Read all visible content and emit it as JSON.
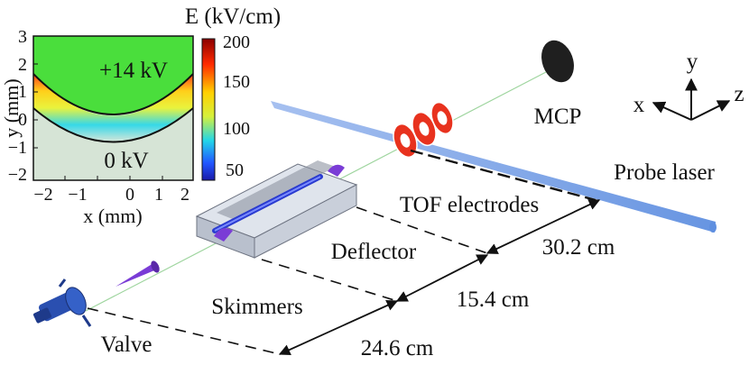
{
  "inset": {
    "colorbar_title": "E (kV/cm)",
    "colorbar_ticks": [
      "200",
      "150",
      "100",
      "50"
    ],
    "upper_label": "+14 kV",
    "lower_label": "0 kV",
    "xlabel": "x (mm)",
    "ylabel": "y (mm)",
    "x_ticks": [
      "−2",
      "−1",
      "0",
      "1",
      "2"
    ],
    "y_ticks": [
      "3",
      "2",
      "1",
      "0",
      "−1",
      "−2"
    ]
  },
  "components": {
    "mcp": "MCP",
    "probe_laser": "Probe laser",
    "tof": "TOF electrodes",
    "deflector": "Deflector",
    "skimmers": "Skimmers",
    "valve": "Valve"
  },
  "axes_triad": {
    "y": "y",
    "x": "x",
    "z": "z"
  },
  "distances": {
    "d1": "30.2 cm",
    "d2": "15.4 cm",
    "d3": "24.6 cm"
  },
  "colors": {
    "field_high": "#4ade3c",
    "field_low": "#cfe0cf",
    "beam_laser": "#7fa6e6",
    "tof_ring": "#e8321e",
    "skimmer": "#7a3cd6",
    "valve": "#2a4fb0"
  }
}
